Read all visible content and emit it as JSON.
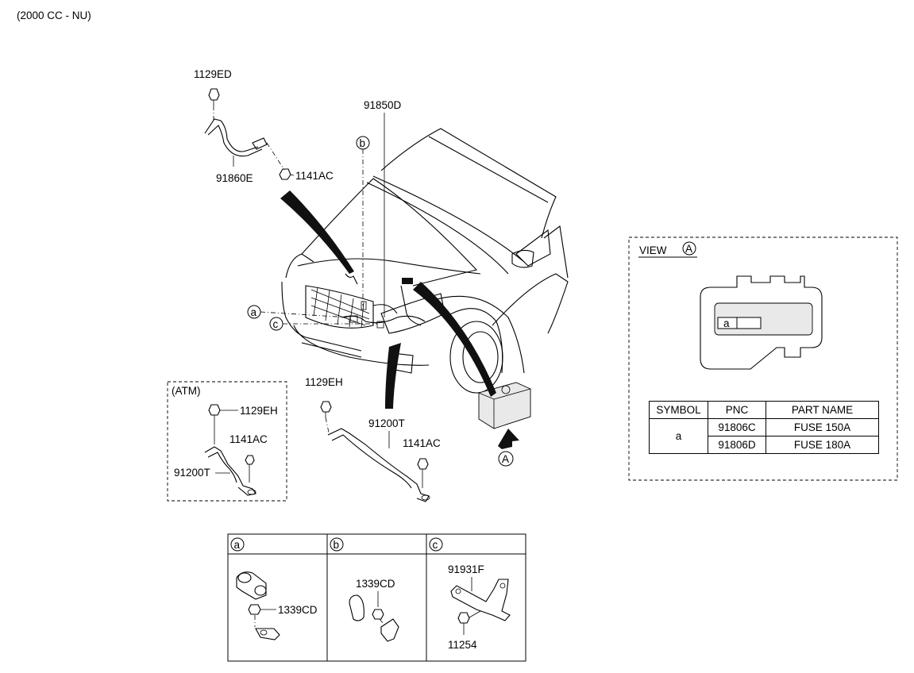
{
  "header": {
    "engine_note": "(2000 CC - NU)"
  },
  "parts": {
    "p1129ED": "1129ED",
    "p91860E": "91860E",
    "p1141AC_top": "1141AC",
    "p91850D": "91850D",
    "p1129EH_atm": "1129EH",
    "p1141AC_atm": "1141AC",
    "p91200T_atm": "91200T",
    "p1129EH": "1129EH",
    "p91200T": "91200T",
    "p1141AC_mid": "1141AC",
    "p1339CD_a": "1339CD",
    "p1339CD_b": "1339CD",
    "p91931F": "91931F",
    "p11254": "11254"
  },
  "callouts": {
    "a": "a",
    "b": "b",
    "c": "c",
    "A": "A"
  },
  "atm_box": {
    "label": "(ATM)"
  },
  "view": {
    "title": "VIEW",
    "marker": "A",
    "fuse_symbol": "a",
    "table": {
      "headers": [
        "SYMBOL",
        "PNC",
        "PART NAME"
      ],
      "symbol": "a",
      "rows": [
        {
          "pnc": "91806C",
          "name": "FUSE 150A"
        },
        {
          "pnc": "91806D",
          "name": "FUSE 180A"
        }
      ]
    }
  },
  "detail_panels": {
    "a": {
      "tag": "a"
    },
    "b": {
      "tag": "b"
    },
    "c": {
      "tag": "c"
    }
  }
}
